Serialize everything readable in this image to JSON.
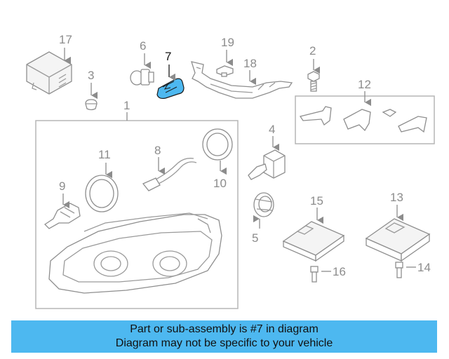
{
  "labels": {
    "p1": "1",
    "p2": "2",
    "p3": "3",
    "p4": "4",
    "p5": "5",
    "p6": "6",
    "p7": "7",
    "p8": "8",
    "p9": "9",
    "p10": "10",
    "p11": "11",
    "p12": "12",
    "p13": "13",
    "p14": "14",
    "p15": "15",
    "p16": "16",
    "p17": "17",
    "p18": "18",
    "p19": "19"
  },
  "highlight": {
    "part": "7",
    "color": "#4db8f0"
  },
  "banner": {
    "line1": "Part or sub-assembly is #7 in diagram",
    "line2": "Diagram may not be specific to your vehicle",
    "color": "#4db8f0"
  }
}
